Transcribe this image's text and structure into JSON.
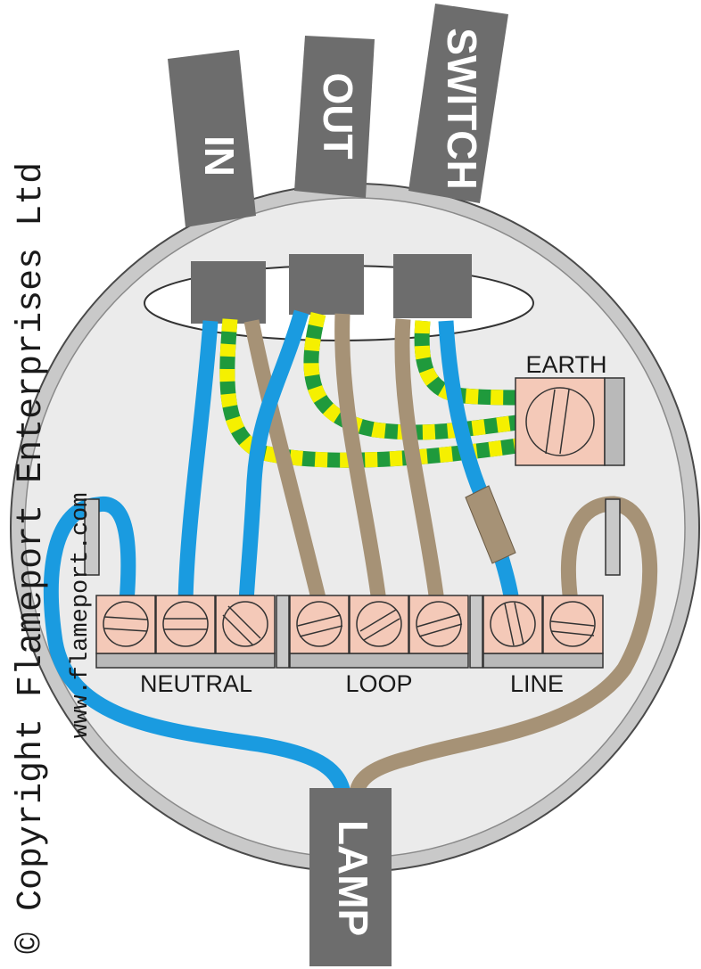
{
  "cables": {
    "in": "IN",
    "out": "OUT",
    "switch": "SWITCH",
    "lamp": "LAMP"
  },
  "terminals": {
    "earth": "EARTH",
    "neutral": "NEUTRAL",
    "loop": "LOOP",
    "line": "LINE"
  },
  "watermark": {
    "copyright": "© Copyright Flameport Enterprises Ltd",
    "website": "www.flameport.com"
  },
  "colors": {
    "sheath": "#6d6d6d",
    "neutral_wire": "#1a9be0",
    "line_wire": "#a69276",
    "earth_green": "#1f9a3c",
    "earth_yellow": "#f5f000",
    "terminal": "#f4c9b8",
    "housing": "#c9c9c9",
    "housing_inner": "#ebebeb"
  }
}
